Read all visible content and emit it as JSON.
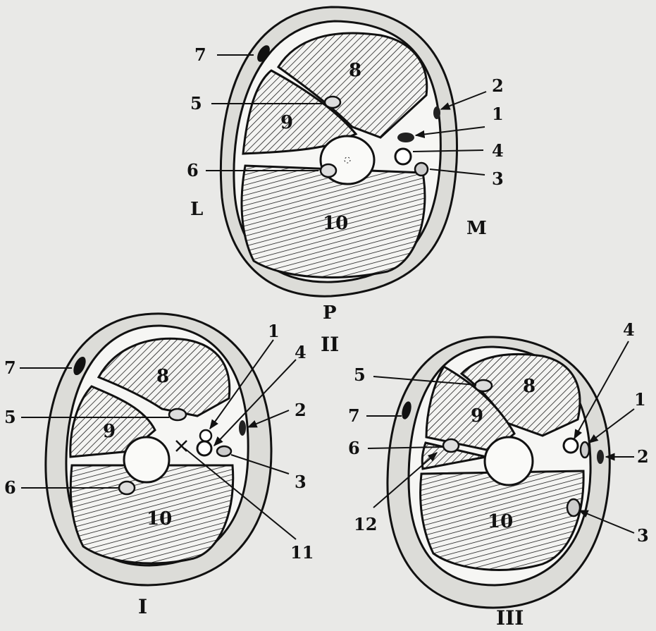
{
  "colors": {
    "paper": "#e9e9e7",
    "ink": "#111111",
    "light": "#f6f6f4",
    "skin": "#d8d8d4"
  },
  "top": {
    "section_label": "P",
    "section_number": "II",
    "orientation_left": "L",
    "orientation_right": "M",
    "callouts": {
      "c1": "1",
      "c2": "2",
      "c3": "3",
      "c4": "4",
      "c5": "5",
      "c6": "6",
      "c7": "7"
    },
    "regions": {
      "r8": "8",
      "r9": "9",
      "r10": "10"
    }
  },
  "left": {
    "section_label": "I",
    "callouts": {
      "c1": "1",
      "c2": "2",
      "c3": "3",
      "c4": "4",
      "c5": "5",
      "c6": "6",
      "c7": "7",
      "c11": "11"
    },
    "regions": {
      "r8": "8",
      "r9": "9",
      "r10": "10"
    }
  },
  "right": {
    "section_label": "III",
    "callouts": {
      "c1": "1",
      "c2": "2",
      "c3": "3",
      "c4": "4",
      "c5": "5",
      "c6": "6",
      "c7": "7",
      "c12": "12"
    },
    "regions": {
      "r8": "8",
      "r9": "9",
      "r10": "10"
    }
  }
}
